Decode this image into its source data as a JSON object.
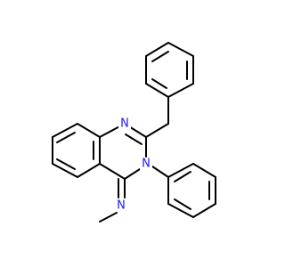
{
  "molecule": {
    "atom_labels": {
      "n1": "N",
      "n3": "N",
      "n_imine": "N"
    },
    "colors": {
      "bond": "#000000",
      "nitrogen": "#1a1aff",
      "background": "#ffffff"
    }
  }
}
